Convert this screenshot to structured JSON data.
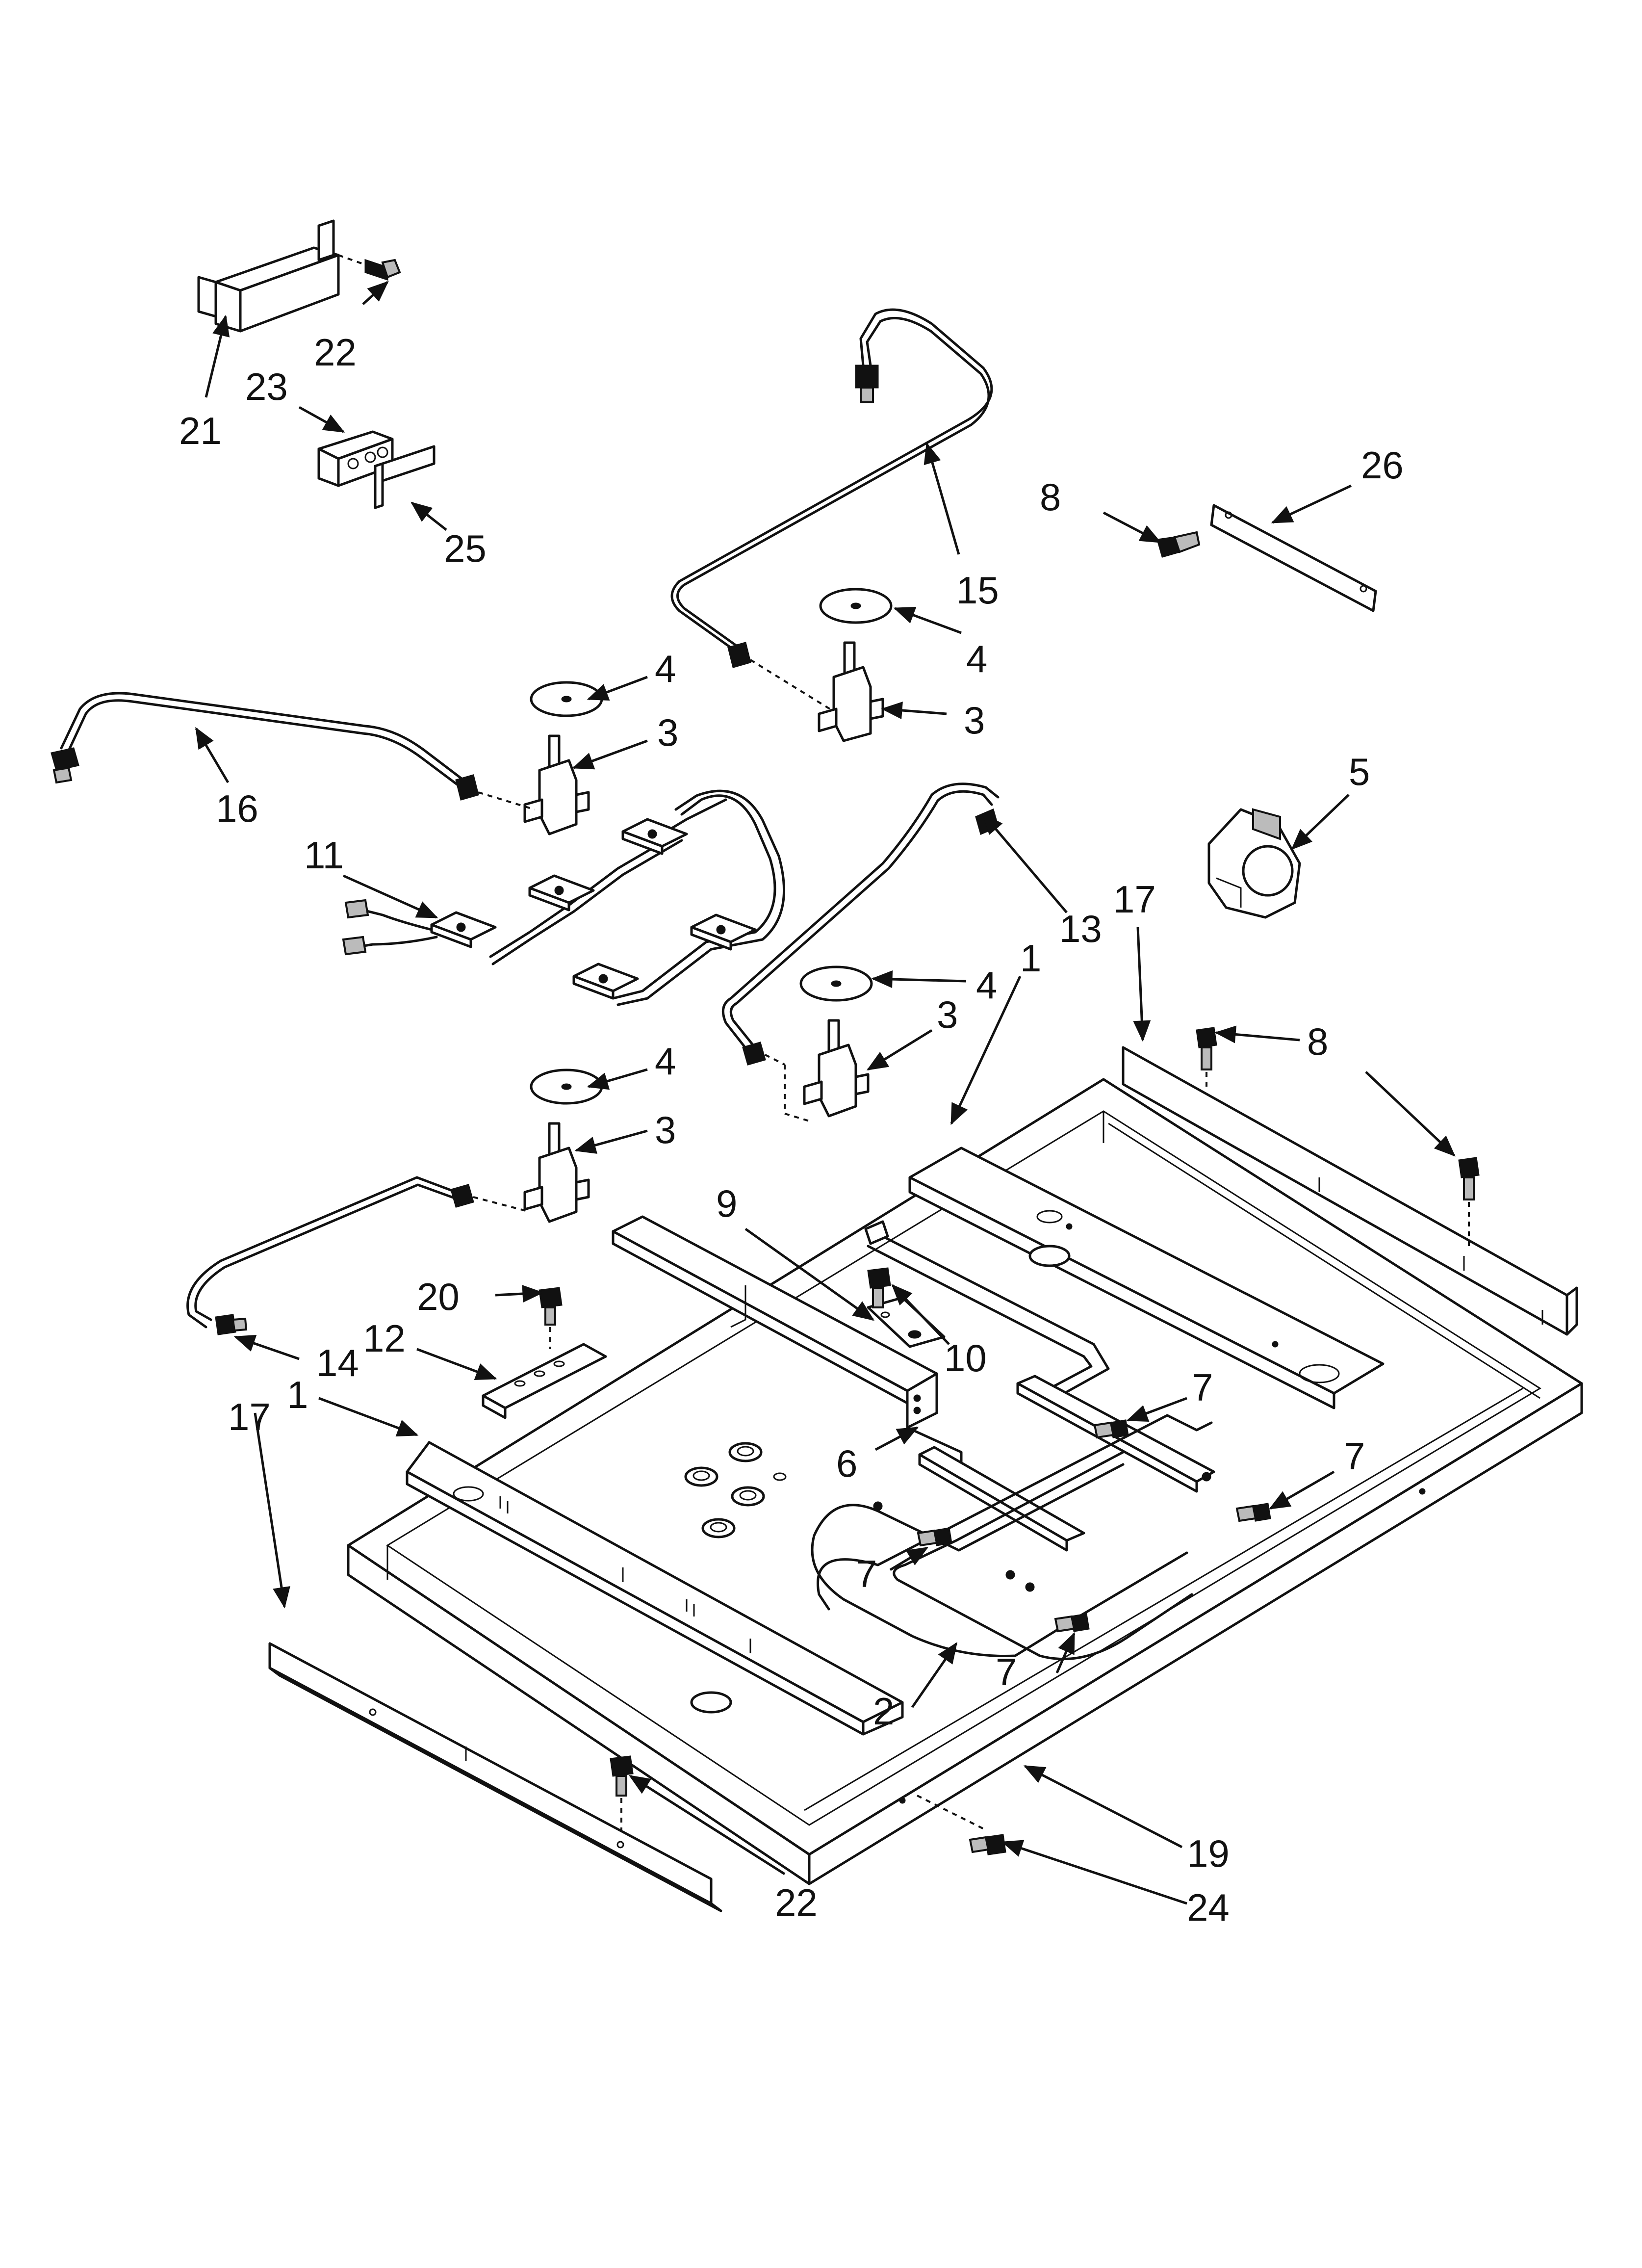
{
  "callouts": [
    {
      "id": "c21",
      "text": "21"
    },
    {
      "id": "c22a",
      "text": "22"
    },
    {
      "id": "c23",
      "text": "23"
    },
    {
      "id": "c25",
      "text": "25"
    },
    {
      "id": "c15",
      "text": "15"
    },
    {
      "id": "c8a",
      "text": "8"
    },
    {
      "id": "c26",
      "text": "26"
    },
    {
      "id": "c4a",
      "text": "4"
    },
    {
      "id": "c3a",
      "text": "3"
    },
    {
      "id": "c4b",
      "text": "4"
    },
    {
      "id": "c3b",
      "text": "3"
    },
    {
      "id": "c16",
      "text": "16"
    },
    {
      "id": "c5",
      "text": "5"
    },
    {
      "id": "c11",
      "text": "11"
    },
    {
      "id": "c13",
      "text": "13"
    },
    {
      "id": "c17a",
      "text": "17"
    },
    {
      "id": "c1a",
      "text": "1"
    },
    {
      "id": "c4c",
      "text": "4"
    },
    {
      "id": "c3c",
      "text": "3"
    },
    {
      "id": "c8b",
      "text": "8"
    },
    {
      "id": "c4d",
      "text": "4"
    },
    {
      "id": "c3d",
      "text": "3"
    },
    {
      "id": "c9",
      "text": "9"
    },
    {
      "id": "c20",
      "text": "20"
    },
    {
      "id": "c10",
      "text": "10"
    },
    {
      "id": "c14",
      "text": "14"
    },
    {
      "id": "c12",
      "text": "12"
    },
    {
      "id": "c17b",
      "text": "17"
    },
    {
      "id": "c1b",
      "text": "1"
    },
    {
      "id": "c7a",
      "text": "7"
    },
    {
      "id": "c6",
      "text": "6"
    },
    {
      "id": "c7b",
      "text": "7"
    },
    {
      "id": "c7c",
      "text": "7"
    },
    {
      "id": "c7d",
      "text": "7"
    },
    {
      "id": "c2",
      "text": "2"
    },
    {
      "id": "c19",
      "text": "19"
    },
    {
      "id": "c24",
      "text": "24"
    },
    {
      "id": "c22b",
      "text": "22"
    }
  ]
}
